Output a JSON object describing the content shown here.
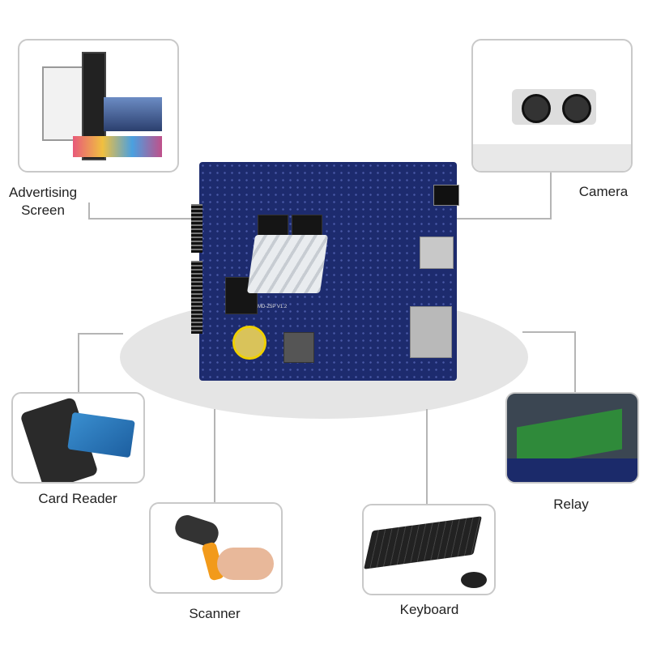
{
  "center": {
    "device": "embedded-mainboard",
    "board_marking": "MD-Z5P V1.2"
  },
  "peripherals": [
    {
      "id": "advertising-screen",
      "label_line1": "Advertising",
      "label_line2": "Screen"
    },
    {
      "id": "camera",
      "label": "Camera"
    },
    {
      "id": "card-reader",
      "label": "Card Reader"
    },
    {
      "id": "relay",
      "label": "Relay"
    },
    {
      "id": "scanner",
      "label": "Scanner"
    },
    {
      "id": "keyboard",
      "label": "Keyboard"
    }
  ],
  "colors": {
    "border": "#c9c9c9",
    "connector": "#b5b5b5",
    "board": "#1d2b6e",
    "platform": "#e5e5e5"
  }
}
